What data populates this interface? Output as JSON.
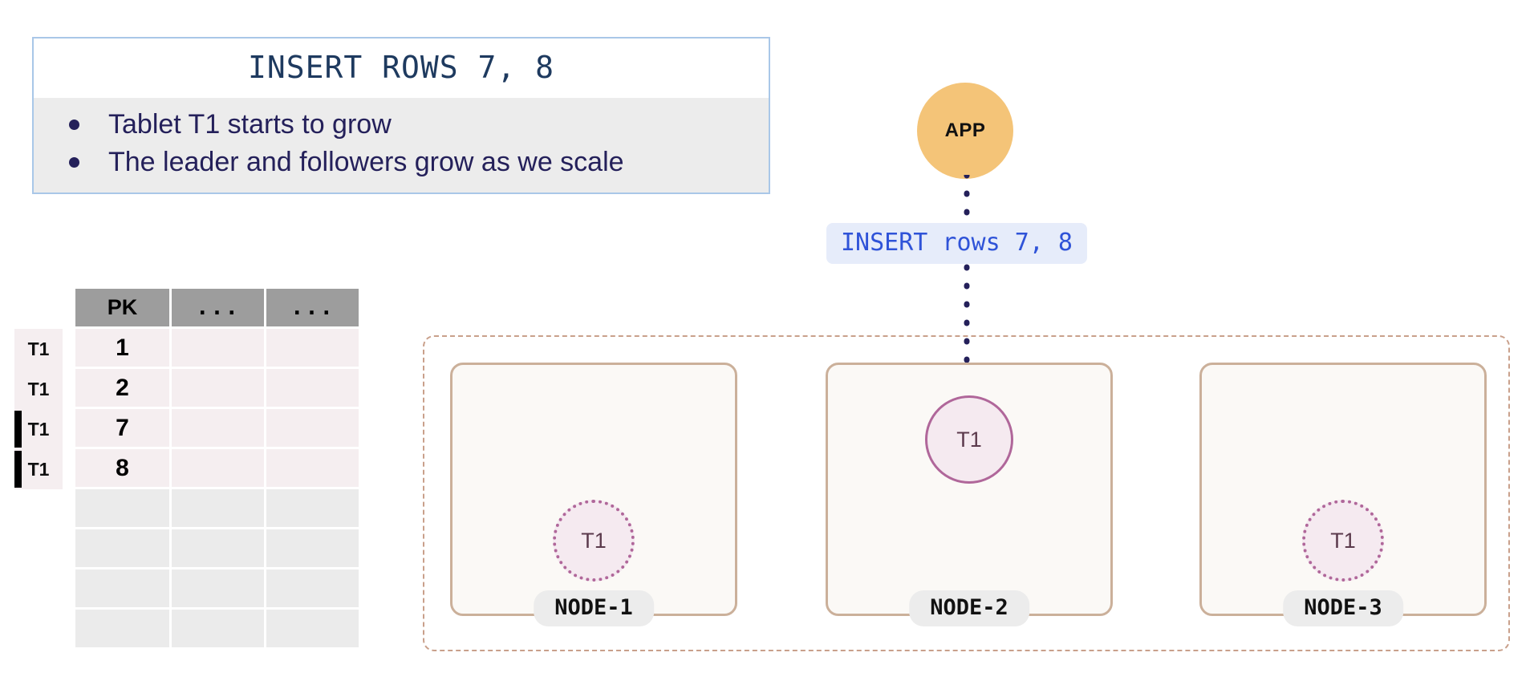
{
  "callout": {
    "title": "INSERT ROWS 7, 8",
    "bullets": [
      "Tablet T1 starts to grow",
      "The leader and followers grow as we scale"
    ],
    "border_color": "#a9c7e8",
    "body_bg": "#ececec",
    "title_color": "#1e3a5f"
  },
  "table": {
    "headers": [
      "PK",
      "...",
      "..."
    ],
    "rows": [
      {
        "tag": "T1",
        "pk": "1",
        "is_new": false,
        "filled": true
      },
      {
        "tag": "T1",
        "pk": "2",
        "is_new": false,
        "filled": true
      },
      {
        "tag": "T1",
        "pk": "7",
        "is_new": true,
        "filled": true
      },
      {
        "tag": "T1",
        "pk": "8",
        "is_new": true,
        "filled": true
      },
      {
        "tag": "",
        "pk": "",
        "is_new": false,
        "filled": false
      },
      {
        "tag": "",
        "pk": "",
        "is_new": false,
        "filled": false
      },
      {
        "tag": "",
        "pk": "",
        "is_new": false,
        "filled": false
      },
      {
        "tag": "",
        "pk": "",
        "is_new": false,
        "filled": false
      }
    ],
    "header_bg": "#9d9d9d",
    "filled_bg": "#f5eef0",
    "empty_bg": "#ebebeb"
  },
  "app": {
    "label": "APP",
    "color": "#f4c478"
  },
  "arrow": {
    "label": "INSERT rows 7, 8",
    "label_color": "#2f53d8",
    "label_bg": "#e6ecfa",
    "line_color": "#24205a"
  },
  "cluster": {
    "border_color": "#c9a08b",
    "nodes": [
      {
        "label": "NODE-1",
        "tablet": "T1",
        "role": "follower"
      },
      {
        "label": "NODE-2",
        "tablet": "T1",
        "role": "leader"
      },
      {
        "label": "NODE-3",
        "tablet": "T1",
        "role": "follower"
      }
    ],
    "node_bg": "#fbf9f6",
    "node_border": "#cbb09a",
    "tablet_bg": "#f5eaf0",
    "tablet_border": "#b0679a"
  }
}
